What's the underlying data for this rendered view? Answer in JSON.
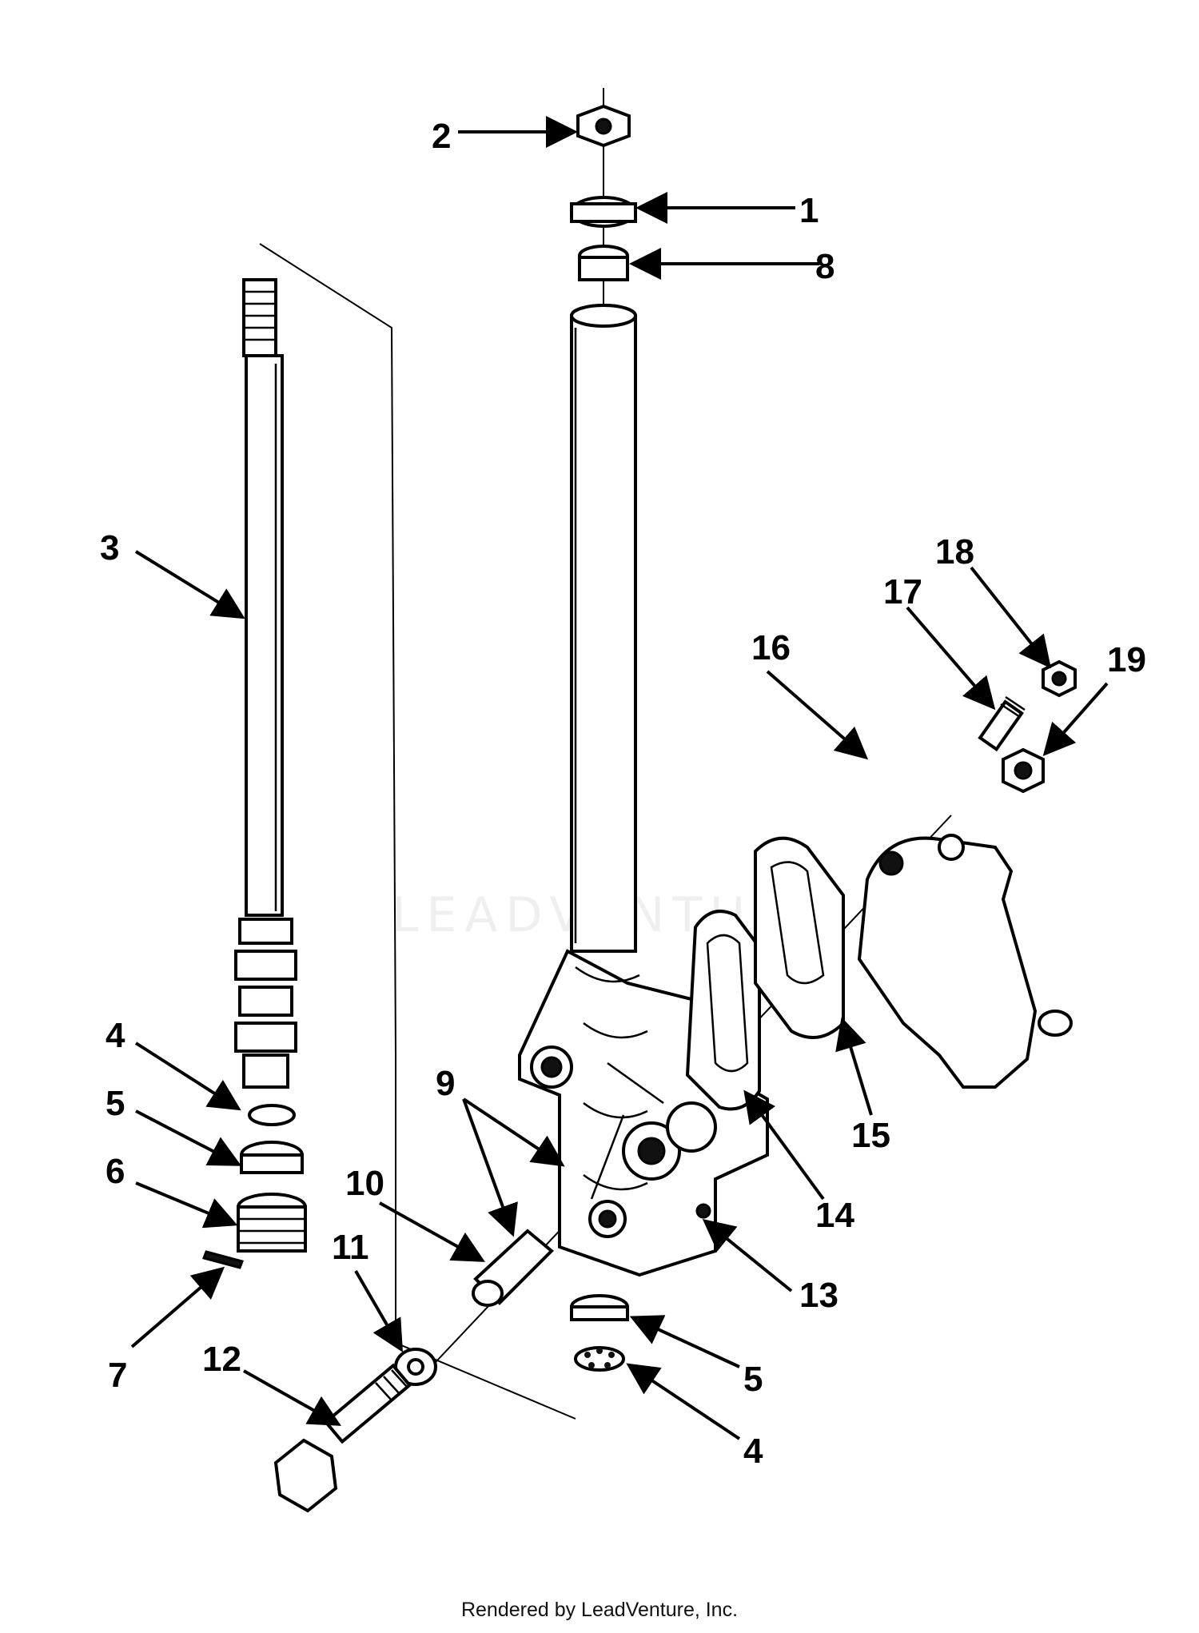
{
  "diagram": {
    "callouts": {
      "c1": "1",
      "c2": "2",
      "c3": "3",
      "c4a": "4",
      "c4b": "4",
      "c5a": "5",
      "c5b": "5",
      "c6": "6",
      "c7": "7",
      "c8": "8",
      "c9": "9",
      "c10": "10",
      "c11": "11",
      "c12": "12",
      "c13": "13",
      "c14": "14",
      "c15": "15",
      "c16": "16",
      "c17": "17",
      "c18": "18",
      "c19": "19"
    },
    "watermark": "LEADVENTURE"
  },
  "footer": {
    "text": "Rendered by LeadVenture, Inc."
  }
}
